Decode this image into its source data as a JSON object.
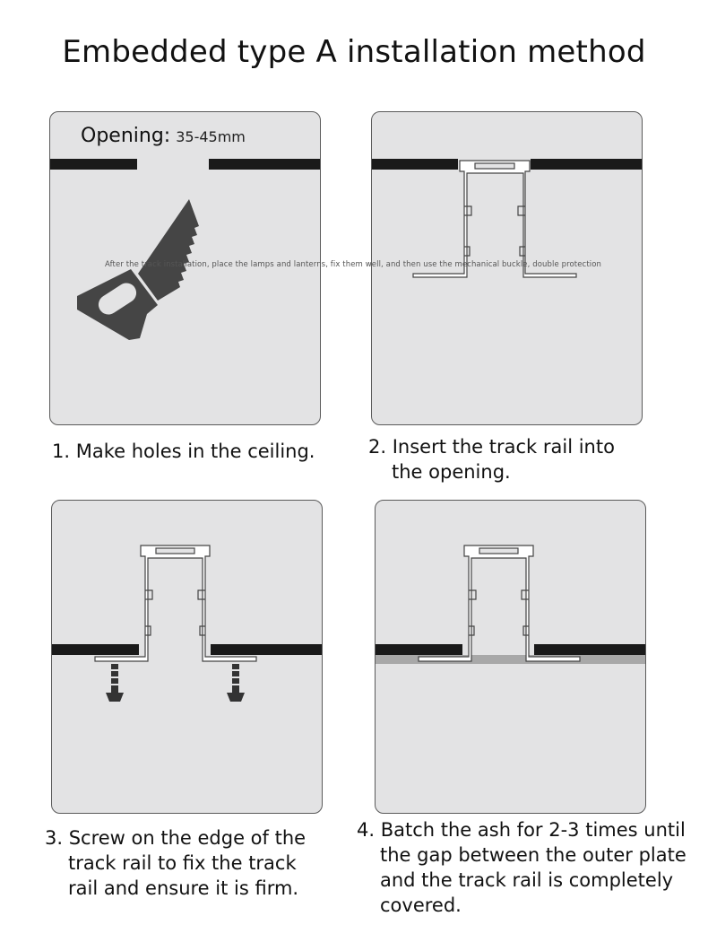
{
  "title": "Embedded type A installation method",
  "overlay_text": "After the track installation, place the lamps and lanterns, fix them well, and then use the mechanical buckle, double protection",
  "panel1": {
    "opening_label": "Opening:",
    "opening_value": "35-45mm"
  },
  "captions": {
    "step1": [
      "1. Make holes in the ceiling."
    ],
    "step2": [
      "2. Insert the track rail into",
      "the opening."
    ],
    "step3": [
      "3. Screw on the edge of the",
      "track rail to fix the track",
      "rail and ensure it is firm."
    ],
    "step4": [
      "4. Batch the ash for 2-3 times until",
      "the gap between the outer plate",
      "and the track rail is completely",
      "covered."
    ]
  },
  "colors": {
    "panel_bg": "#e3e3e4",
    "ceiling": "#1a1a1a",
    "rail": "#ffffff",
    "saw": "#454545",
    "plaster": "#a8a8a8"
  },
  "icons": [
    "saw-icon",
    "screw-icon"
  ]
}
